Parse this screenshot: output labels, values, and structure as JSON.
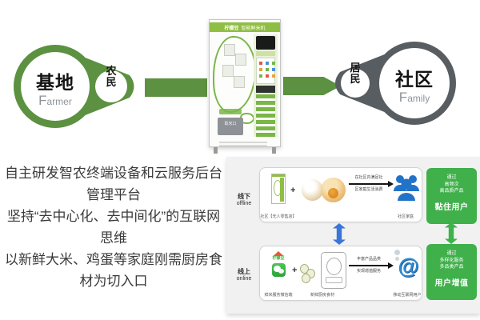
{
  "flow": {
    "left_node": {
      "main": "基地",
      "en": "Farmer",
      "small": "农民"
    },
    "right_node": {
      "main": "社区",
      "en": "Family",
      "small": "居民"
    },
    "machine": {
      "brand": "柠檬豆",
      "name": "智能鲜米机",
      "outlet": "取米口"
    }
  },
  "left_text": {
    "lines": [
      "自主研发智农终端设备和云服务后台管理平台",
      "坚持“去中心化、去中间化”的互联网思维",
      "以新鲜大米、鸡蛋等家庭刚需厨房食材为切入口"
    ]
  },
  "diagram": {
    "offline": {
      "label_cn": "线下",
      "label_en": "offline"
    },
    "online": {
      "label_cn": "线上",
      "label_en": "online"
    },
    "top_box": {
      "machine_caption": "社区【无人零售店】",
      "plus": "+",
      "arrow_top": "在社区内满足社",
      "arrow_bottom": "区家庭生活消费",
      "people_caption": "社区家庭"
    },
    "bottom_box": {
      "brand": "柠檬豆",
      "wechat_caption": "鲜米服务微信端",
      "plus": "+",
      "food_caption": "新鲜厨房食材",
      "arrow_top": "丰富产品品类",
      "arrow_bottom": "实现增值服务",
      "at_symbol": "@",
      "user_caption": "移动互联网用户"
    },
    "result_top": {
      "lines": [
        "通过",
        "高频次",
        "高品质产品"
      ],
      "highlight": "黏住用户"
    },
    "result_bottom": {
      "lines": [
        "通过",
        "多样化服务",
        "多品类产品"
      ],
      "highlight": "用户增值"
    }
  },
  "colors": {
    "node_green": "#5b9140",
    "node_gray": "#585d61",
    "bright_green": "#3fb04a",
    "arrow_blue": "#3a76d8",
    "people_blue": "#2273c8",
    "machine_green": "#8fbe44",
    "panel_bg": "#f1f1f1"
  }
}
